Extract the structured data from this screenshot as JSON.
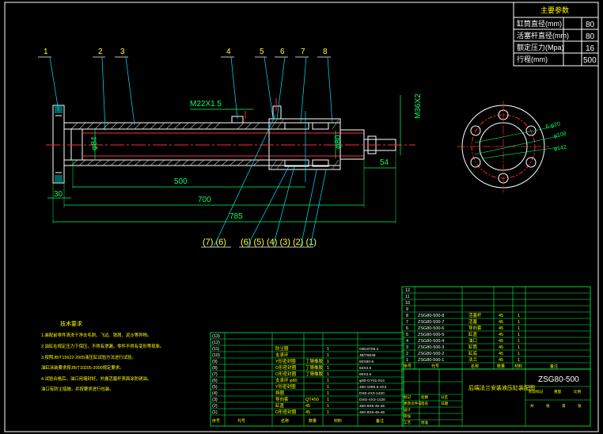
{
  "colors": {
    "background": "#000000",
    "outline": "#ffffff",
    "hatch": "#d8d8d8",
    "dimension": "#00ff66",
    "centerline": "#ff2a2a",
    "leader": "#00e5ff",
    "part_label": "#ffff33",
    "table_line": "#00ff44",
    "chinese_text": "#ffff00"
  },
  "params_table": {
    "title": "主要参数",
    "rows": [
      {
        "label": "缸筒直径(mm)",
        "value": "80"
      },
      {
        "label": "活塞杆直径(mm)",
        "value": "80"
      },
      {
        "label": "额定压力(Mpa)",
        "value": "16"
      },
      {
        "label": "行程(mm)",
        "value": "500"
      }
    ]
  },
  "part_numbers": [
    "1",
    "2",
    "3",
    "4",
    "5",
    "6",
    "7",
    "8"
  ],
  "dimensions": {
    "port_thread": "M22X1.5",
    "bore_dia": "φ84",
    "rod_dia": "φ80",
    "rod_thread": "M36X2",
    "rod_end_len": "54",
    "flange_thk": "30",
    "stroke": "500",
    "len_700": "700",
    "len_785": "785"
  },
  "seal_callouts": [
    "(7) (6)",
    "(6) (5) (4) (3) (2) (1)"
  ],
  "flange_view": {
    "holes_label": "6-φ20",
    "pcd": "φ108",
    "od": "φ142"
  },
  "tech_requirements": {
    "title": "技术要求",
    "lines": [
      "1.装配前零件清洗干净去毛刺，飞边、铁屑、泥沙等异物。",
      "2.油缸在规定压力下保压，不得有渗漏，零件不得有变形等现象。",
      "3.按照JB/T15622-2005液压缸试验方法进行试验。",
      "  油缸涂装要求按JB/T10205-2000规定要求。",
      "4.试验合格后，油口用堵封好，外露活塞杆表面涂防锈油。",
      "  油口有防尘措施，并按要求进行包装。"
    ]
  },
  "bom_left": [
    {
      "no": "(13)",
      "name": "",
      "qty": "",
      "material": "",
      "std": ""
    },
    {
      "no": "(12)",
      "name": "",
      "qty": "",
      "material": "",
      "std": ""
    },
    {
      "no": "(11)",
      "name": "防尘圈",
      "qty": "1",
      "material": "",
      "std": "GB10708.3"
    },
    {
      "no": "(10)",
      "name": "支承环",
      "qty": "1",
      "material": "",
      "std": "JB/T8046"
    },
    {
      "no": "(9)",
      "name": "Y形密封圈",
      "qty": "1",
      "material": "丁腈橡胶",
      "std": "80X80-5"
    },
    {
      "no": "(8)",
      "name": "O形密封圈",
      "qty": "1",
      "material": "丁腈橡胶",
      "std": "84X3.5"
    },
    {
      "no": "(7)",
      "name": "O形密封圈",
      "qty": "1",
      "material": "丁腈橡胶",
      "std": "80X3.5"
    },
    {
      "no": "(6)",
      "name": "支承环 φ80",
      "qty": "1",
      "material": "",
      "std": "φ80-GY01-014"
    },
    {
      "no": "(5)",
      "name": "Y形密封圈",
      "qty": "1",
      "material": "",
      "std": "450-1095.5-4X3"
    },
    {
      "no": "(4)",
      "name": "挡圈",
      "qty": "1",
      "material": "",
      "std": "DS0-4X3-1420"
    },
    {
      "no": "(3)",
      "name": "导向套",
      "qty": "1",
      "material": "QT450",
      "std": "DSG-4X3-1420"
    },
    {
      "no": "(2)",
      "name": "缸盖",
      "qty": "1",
      "material": "45",
      "std": "450-9X5-45-46"
    },
    {
      "no": "(1)",
      "name": "O形密封圈",
      "qty": "1",
      "material": "45",
      "std": "450-9X5-45-46"
    }
  ],
  "bom_left_header": [
    "序号",
    "代号",
    "名称",
    "数量",
    "材料",
    "备注"
  ],
  "bom_right": [
    {
      "no": "12",
      "code": "",
      "name": "",
      "mat": "",
      "qty": ""
    },
    {
      "no": "11",
      "code": "",
      "name": "",
      "mat": "",
      "qty": ""
    },
    {
      "no": "10",
      "code": "",
      "name": "",
      "mat": "",
      "qty": ""
    },
    {
      "no": "9",
      "code": "",
      "name": "",
      "mat": "",
      "qty": ""
    },
    {
      "no": "8",
      "code": "ZSG80-500-8",
      "name": "活塞杆",
      "mat": "45",
      "qty": "1"
    },
    {
      "no": "7",
      "code": "ZSG80-500-7",
      "name": "活塞",
      "mat": "45",
      "qty": "1"
    },
    {
      "no": "6",
      "code": "ZSG80-500-6",
      "name": "导向套",
      "mat": "45",
      "qty": "1"
    },
    {
      "no": "5",
      "code": "ZSG80-500-5",
      "name": "缸盖",
      "mat": "45",
      "qty": "1"
    },
    {
      "no": "4",
      "code": "ZSG80-500-4",
      "name": "油口",
      "mat": "45",
      "qty": "1"
    },
    {
      "no": "3",
      "code": "ZSG80-500-3",
      "name": "缸筒",
      "mat": "45",
      "qty": "1"
    },
    {
      "no": "2",
      "code": "ZSG80-500-2",
      "name": "缸底",
      "mat": "45",
      "qty": "1"
    },
    {
      "no": "1",
      "code": "ZSG80-500-1",
      "name": "法兰",
      "mat": "45",
      "qty": "1"
    }
  ],
  "bom_right_header": [
    "序号",
    "代号",
    "名称",
    "数量",
    "材料",
    "备注"
  ],
  "title_block": {
    "title": "后端法兰安装液压缸装配图",
    "drawing_no": "ZSG80-500",
    "row_labels": [
      "标记",
      "处数",
      "分区",
      "更改文件号",
      "签名",
      "日期"
    ],
    "sign_labels": [
      "设计",
      "审核",
      "工艺",
      "批准"
    ],
    "stage_labels": [
      "阶段标记",
      "重量",
      "比例"
    ],
    "sheet_labels": [
      "共",
      "张",
      "第",
      "张"
    ]
  }
}
